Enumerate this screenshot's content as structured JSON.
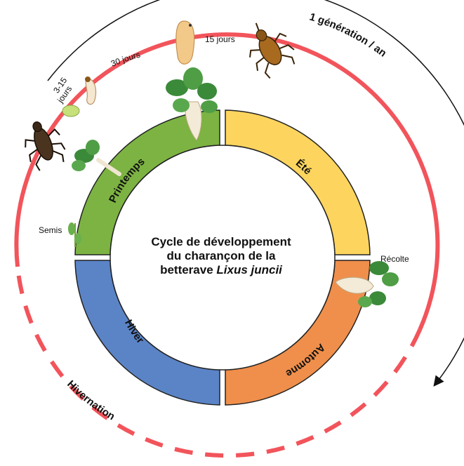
{
  "center": {
    "line1": "Cycle de développement",
    "line2": "du charançon de la",
    "line3_prefix": "betterave ",
    "line3_species": "Lixus juncii"
  },
  "seasons": {
    "spring": "Printemps",
    "summer": "Été",
    "autumn": "Automne",
    "winter": "Hiver"
  },
  "annotations": {
    "generation": "1 génération / an",
    "hibernation": "Hivernation",
    "sowing": "Semis",
    "harvest": "Récolte",
    "egg_duration_line1": "3-15",
    "egg_duration_line2": "jours",
    "larva_duration": "30 jours",
    "pupa_duration": "15 jours"
  },
  "colors": {
    "spring": "#7cb342",
    "summer": "#fdd55e",
    "autumn": "#ef8f4b",
    "winter": "#5b84c7",
    "cycle_ring": "#f2545b"
  }
}
